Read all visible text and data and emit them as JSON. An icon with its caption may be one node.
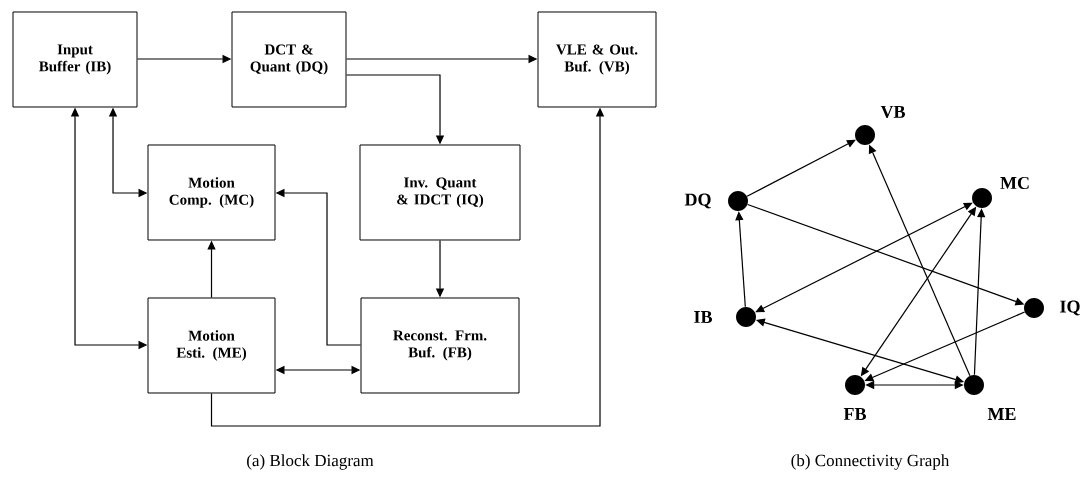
{
  "diagram": {
    "nodes": [
      {
        "text": [
          "Input Buffer (IB)"
        ]
      },
      {
        "text": [
          "DCT & Quant (DQ)"
        ]
      },
      {
        "text": [
          "VLE & Out. Buf. (VB)"
        ]
      },
      {
        "text": [
          "Motion Comp. (MC)"
        ]
      },
      {
        "text": [
          "Inv. Quant & IDCT (IQ)"
        ]
      },
      {
        "text": [
          "Motion Esti. (ME)"
        ]
      },
      {
        "text": [
          "Reconst. Frm. Buf. (FB)"
        ]
      },
      {
        "text": [],
        "shape": "circle",
        "beside": [
          "VB"
        ]
      },
      {
        "text": [],
        "shape": "circle",
        "beside": [
          "DQ"
        ]
      },
      {
        "text": [],
        "shape": "circle",
        "beside": [
          "MC"
        ]
      },
      {
        "text": [],
        "shape": "circle",
        "beside": [
          "IQ"
        ]
      },
      {
        "text": [],
        "shape": "circle",
        "beside": [
          "IB"
        ]
      },
      {
        "text": [],
        "shape": "circle",
        "beside": [
          "FB"
        ]
      },
      {
        "text": [],
        "shape": "circle",
        "beside": [
          "ME"
        ]
      }
    ],
    "edges": [
      {
        "from": 0,
        "to": 1,
        "arrow": "to"
      },
      {
        "from": 1,
        "to": 2,
        "arrow": "to"
      },
      {
        "from": 1,
        "to": 4,
        "arrow": "to"
      },
      {
        "from": 0,
        "to": 3,
        "arrow": "both"
      },
      {
        "from": 0,
        "to": 5,
        "arrow": "both"
      },
      {
        "from": 5,
        "to": 3,
        "arrow": "to"
      },
      {
        "from": 6,
        "to": 3,
        "arrow": "to"
      },
      {
        "from": 5,
        "to": 6,
        "arrow": "both"
      },
      {
        "from": 5,
        "to": 2,
        "arrow": "to"
      },
      {
        "from": 4,
        "to": 6,
        "arrow": "to"
      },
      {
        "from": 8,
        "to": 7,
        "arrow": "to"
      },
      {
        "from": 8,
        "to": 10,
        "arrow": "to"
      },
      {
        "from": 11,
        "to": 8,
        "arrow": "to"
      },
      {
        "from": 11,
        "to": 9,
        "arrow": "both"
      },
      {
        "from": 11,
        "to": 13,
        "arrow": "both"
      },
      {
        "from": 13,
        "to": 7,
        "arrow": "to"
      },
      {
        "from": 13,
        "to": 9,
        "arrow": "to"
      },
      {
        "from": 12,
        "to": 9,
        "arrow": "both"
      },
      {
        "from": 12,
        "to": 13,
        "arrow": "both"
      },
      {
        "from": 10,
        "to": 12,
        "arrow": "to"
      }
    ],
    "labels": [
      "(a) Block Diagram",
      "(b) Connectivity Graph"
    ]
  }
}
